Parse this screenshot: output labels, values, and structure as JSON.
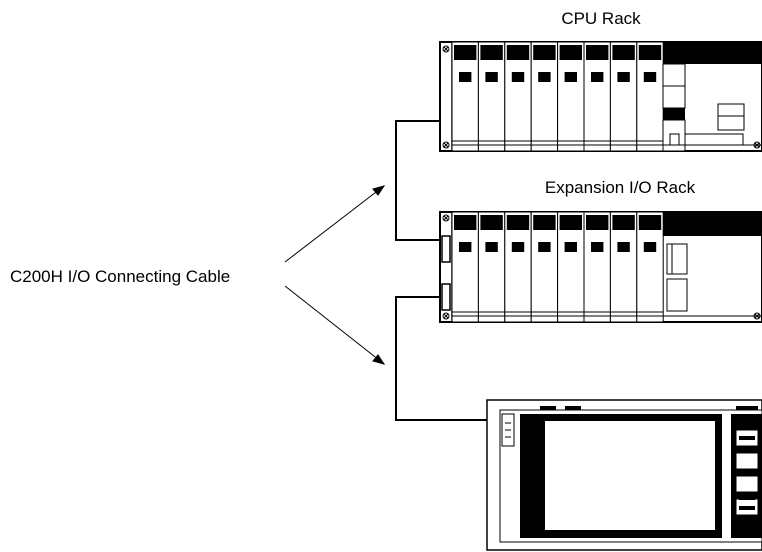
{
  "labels": {
    "cpu_rack": "CPU Rack",
    "expansion_rack": "Expansion I/O Rack",
    "cable": "C200H I/O Connecting Cable"
  },
  "colors": {
    "line": "#000000",
    "background": "#ffffff"
  }
}
